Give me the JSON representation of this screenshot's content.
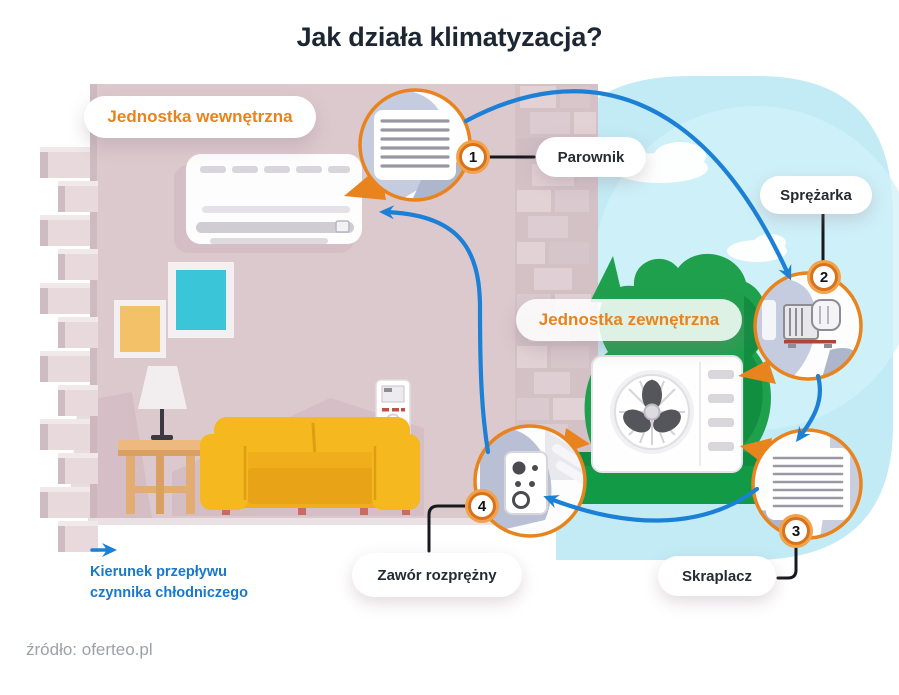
{
  "title": "Jak działa klimatyzacja?",
  "section_labels": {
    "indoor": "Jednostka wewnętrzna",
    "outdoor": "Jednostka zewnętrzna"
  },
  "components": [
    {
      "number": "1",
      "label": "Parownik"
    },
    {
      "number": "2",
      "label": "Sprężarka"
    },
    {
      "number": "3",
      "label": "Skraplacz"
    },
    {
      "number": "4",
      "label": "Zawór rozprężny"
    }
  ],
  "legend": {
    "line1": "Kierunek przepływu",
    "line2": "czynnika chłodniczego"
  },
  "source": "źródło: oferteo.pl",
  "colors": {
    "accent_orange": "#e8831d",
    "arrow_blue": "#1b80d6",
    "wall_pink": "#dcc9ce",
    "sky_blue": "#c2ebf5",
    "grass_green": "#129a47",
    "sofa_yellow": "#f2b31e",
    "title_dark": "#1d2733"
  }
}
